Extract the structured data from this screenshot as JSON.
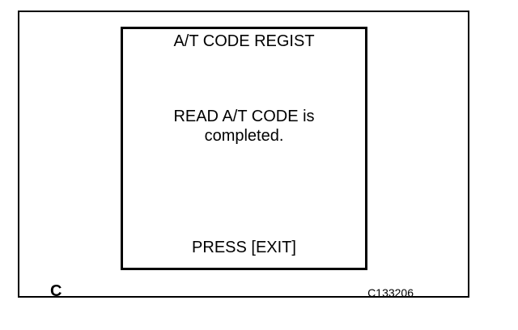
{
  "colors": {
    "background": "#ffffff",
    "foreground": "#000000"
  },
  "figure": {
    "label": "C",
    "code": "C133206"
  },
  "screen": {
    "title": "A/T CODE REGIST",
    "message_line1": "READ A/T CODE is",
    "message_line2": "completed.",
    "footer": "PRESS [EXIT]"
  }
}
